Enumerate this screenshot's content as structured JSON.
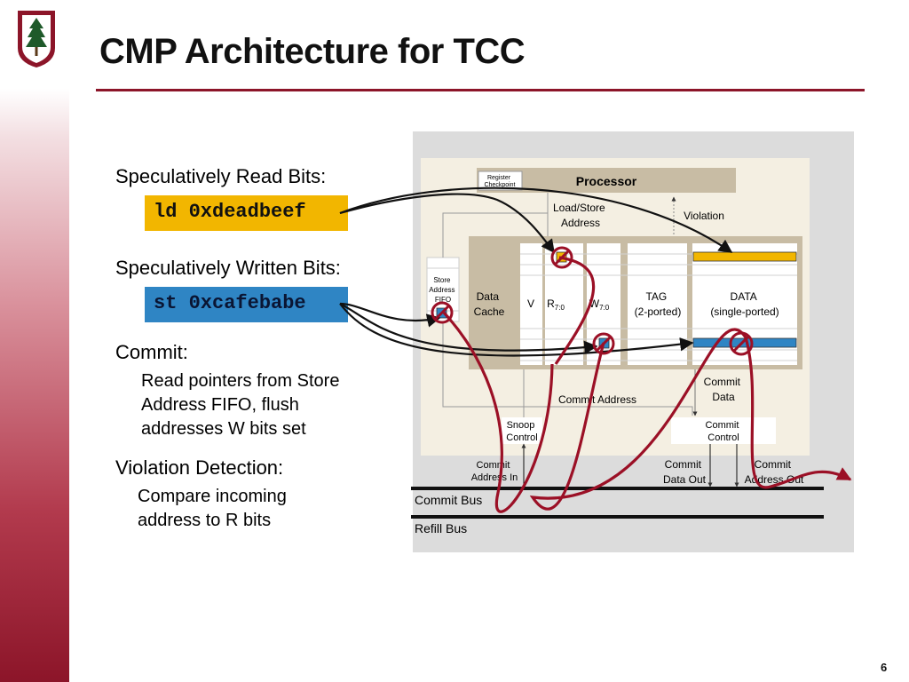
{
  "slide": {
    "title": "CMP Architecture for TCC",
    "page_number": "6"
  },
  "text_panel": {
    "read_bits_heading": "Speculatively Read Bits:",
    "read_code": "ld 0xdeadbeef",
    "write_bits_heading": "Speculatively Written Bits:",
    "write_code": "st 0xcafebabe",
    "commit_heading": "Commit:",
    "commit_desc": [
      "Read pointers from Store",
      "Address FIFO, flush",
      "addresses W bits set"
    ],
    "violation_heading": "Violation Detection:",
    "violation_desc": [
      "Compare incoming",
      "address to R bits"
    ]
  },
  "diagram": {
    "register_checkpoint": [
      "Register",
      "Checkpoint"
    ],
    "processor": "Processor",
    "load_store_address": [
      "Load/Store",
      "Address"
    ],
    "violation": "Violation",
    "store_address_fifo": [
      "Store",
      "Address",
      "FIFO"
    ],
    "data_cache": [
      "Data",
      "Cache"
    ],
    "v": "V",
    "r": "R",
    "w": "W",
    "bit_range": "7:0",
    "tag": [
      "TAG",
      "(2-ported)"
    ],
    "data": [
      "DATA",
      "(single-ported)"
    ],
    "commit_address": "Commit Address",
    "commit_data": [
      "Commit",
      "Data"
    ],
    "snoop_control": [
      "Snoop",
      "Control"
    ],
    "commit_control": [
      "Commit",
      "Control"
    ],
    "commit_address_in": [
      "Commit",
      "Address In"
    ],
    "commit_data_out": [
      "Commit",
      "Data Out"
    ],
    "commit_address_out": [
      "Commit",
      "Address Out"
    ],
    "commit_bus": "Commit Bus",
    "refill_bus": "Refill Bus"
  },
  "colors": {
    "accent": "#8c1529",
    "load_highlight": "#f2b600",
    "store_highlight": "#2f85c4",
    "diagram_outer": "#dcdcdc",
    "diagram_inner": "#f4efe2",
    "cache_frame": "#c8bca4"
  }
}
